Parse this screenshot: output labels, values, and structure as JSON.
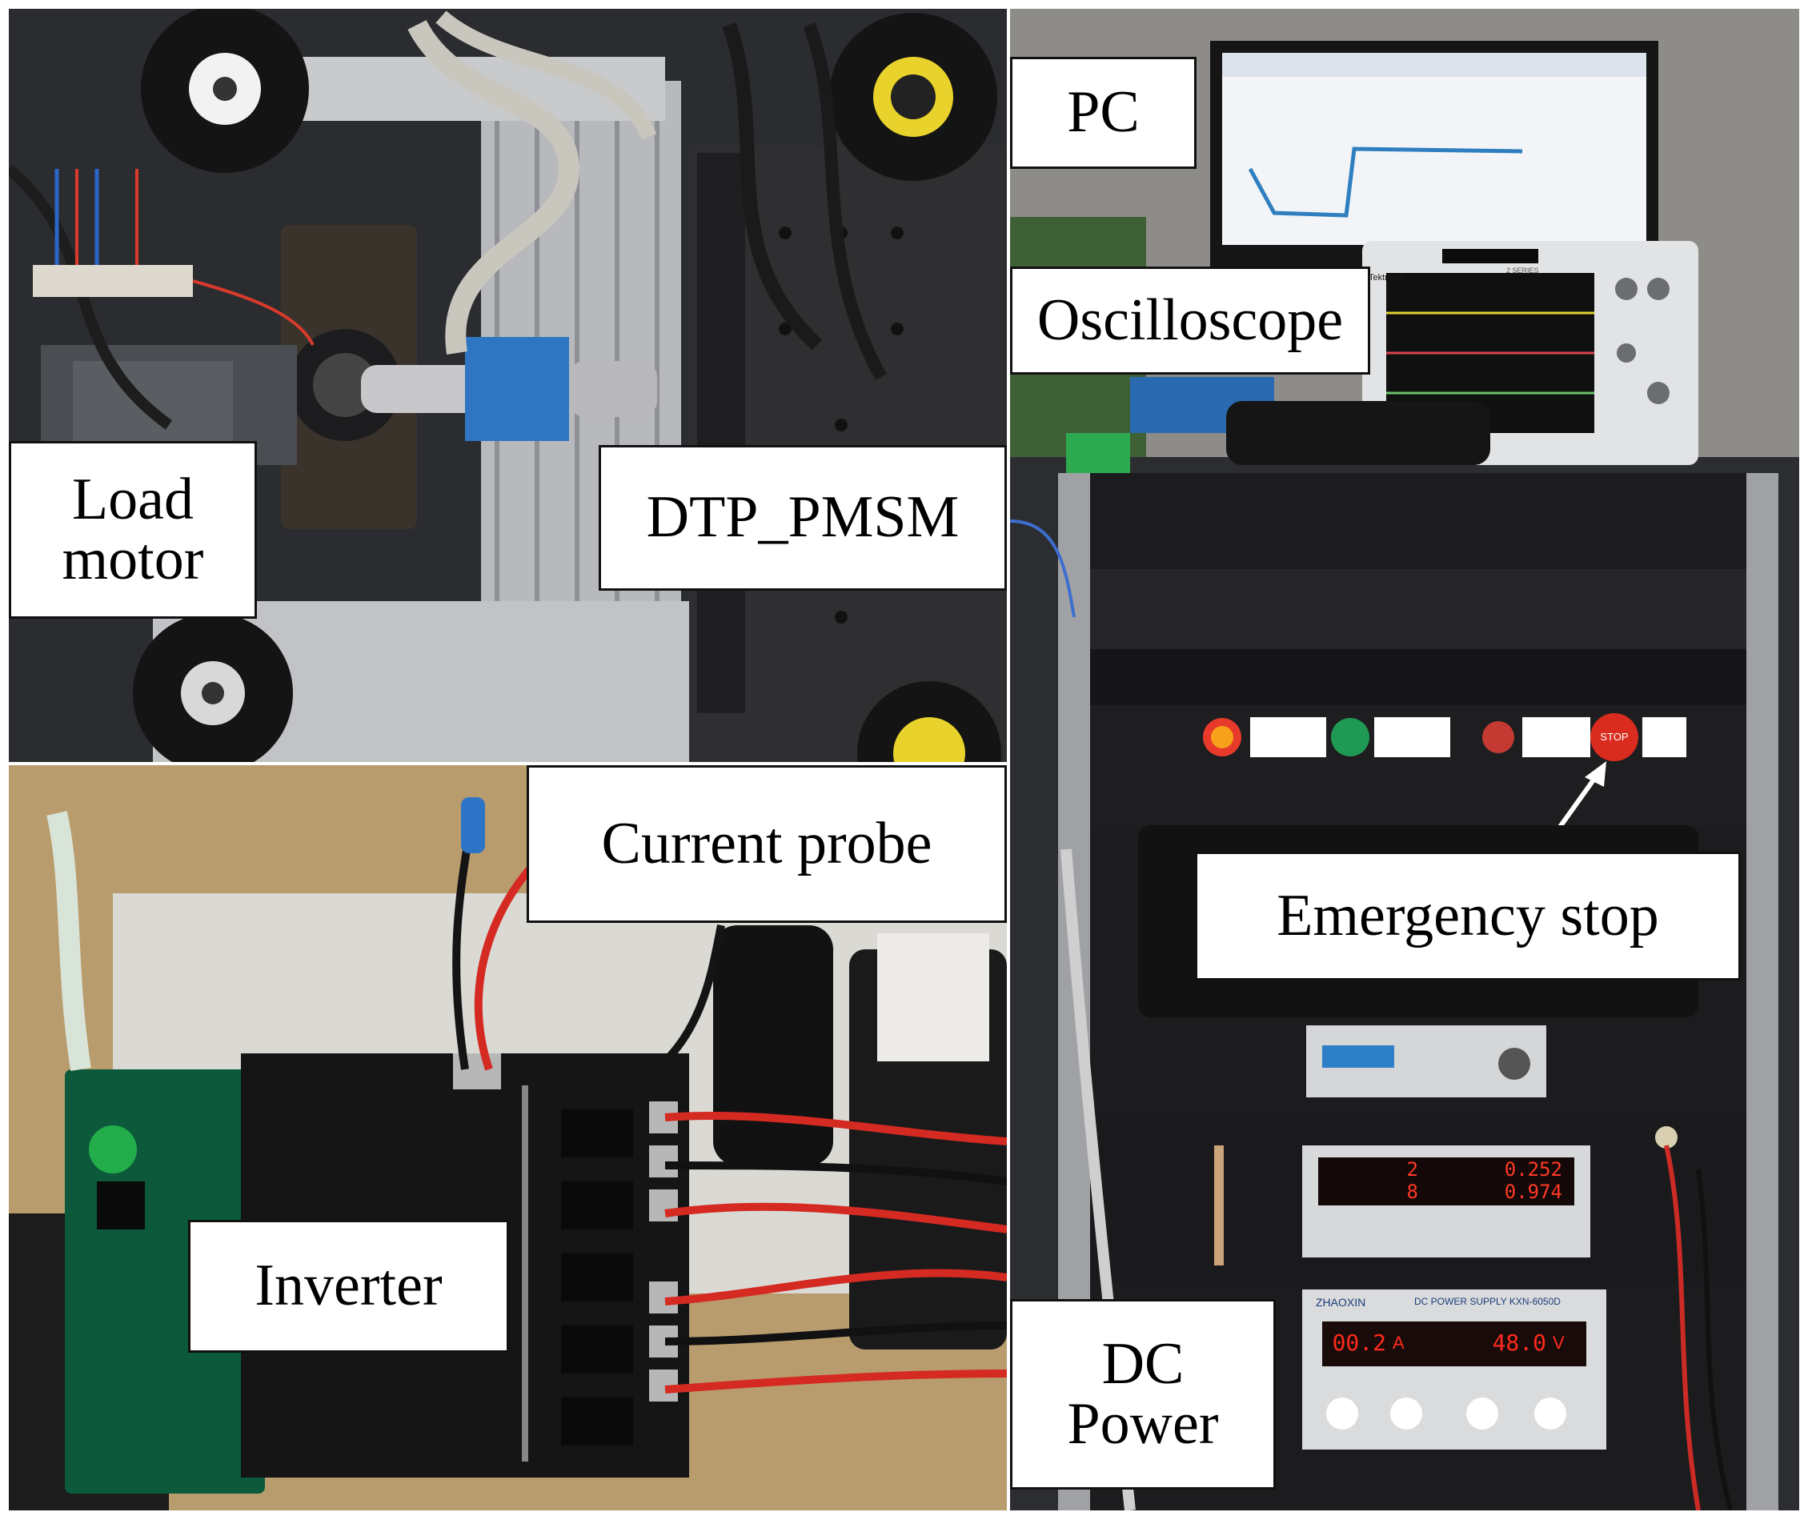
{
  "labels": {
    "pc": "PC",
    "oscilloscope": "Oscilloscope",
    "load_motor": "Load\nmotor",
    "dtp_pmsm": "DTP_PMSM",
    "current_probe": "Current probe",
    "emergency_stop": "Emergency stop",
    "inverter": "Inverter",
    "dc_power": "DC\nPower"
  },
  "instruments": {
    "meter_current_top": "0.252",
    "meter_current_bottom": "0.974",
    "meter_left_top": "2",
    "meter_left_bottom": "8",
    "psu_current": "00.2",
    "psu_current_unit": "A",
    "psu_voltage": "48.0",
    "psu_voltage_unit": "V",
    "psu_brand": "ZHAOXIN",
    "psu_model": "DC POWER SUPPLY  KXN-6050D",
    "scope_brand": "Tektronix",
    "scope_series": "2 SERIES",
    "stop_button": "STOP"
  },
  "colors": {
    "label_bg": "#ffffff",
    "label_border": "#111111",
    "led_red": "#e83a2a",
    "led_green": "#1f9a55",
    "stop_red": "#d92c1f",
    "pcb_green": "#0c5a3b",
    "inverter_board": "#151515",
    "screen_blue": "#2f7fc0"
  }
}
